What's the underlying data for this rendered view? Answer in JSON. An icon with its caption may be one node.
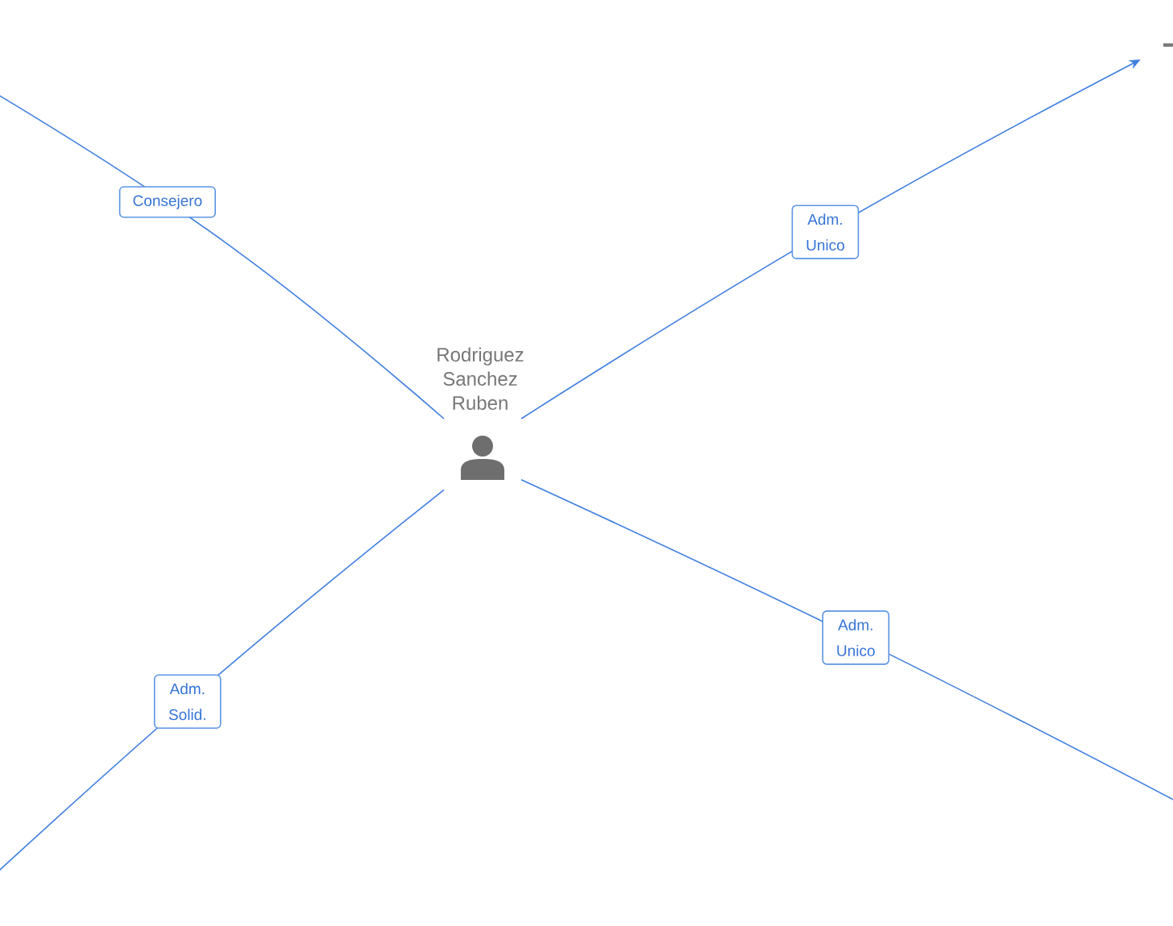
{
  "diagram": {
    "nodes": [
      {
        "text": [],
        "shape": "person",
        "beside": [
          "Rodriguez Sanchez Ruben"
        ]
      },
      {
        "text": [],
        "shape": "bar"
      }
    ],
    "edges": [
      {
        "from": 0,
        "to": null,
        "arrow": "none",
        "label": "Consejero"
      },
      {
        "from": 0,
        "to": 1,
        "arrow": "to",
        "label": "Adm. Unico"
      },
      {
        "from": 0,
        "to": null,
        "arrow": "none",
        "label": "Adm. Solid."
      },
      {
        "from": 0,
        "to": null,
        "arrow": "none",
        "label": "Adm. Unico"
      }
    ]
  }
}
